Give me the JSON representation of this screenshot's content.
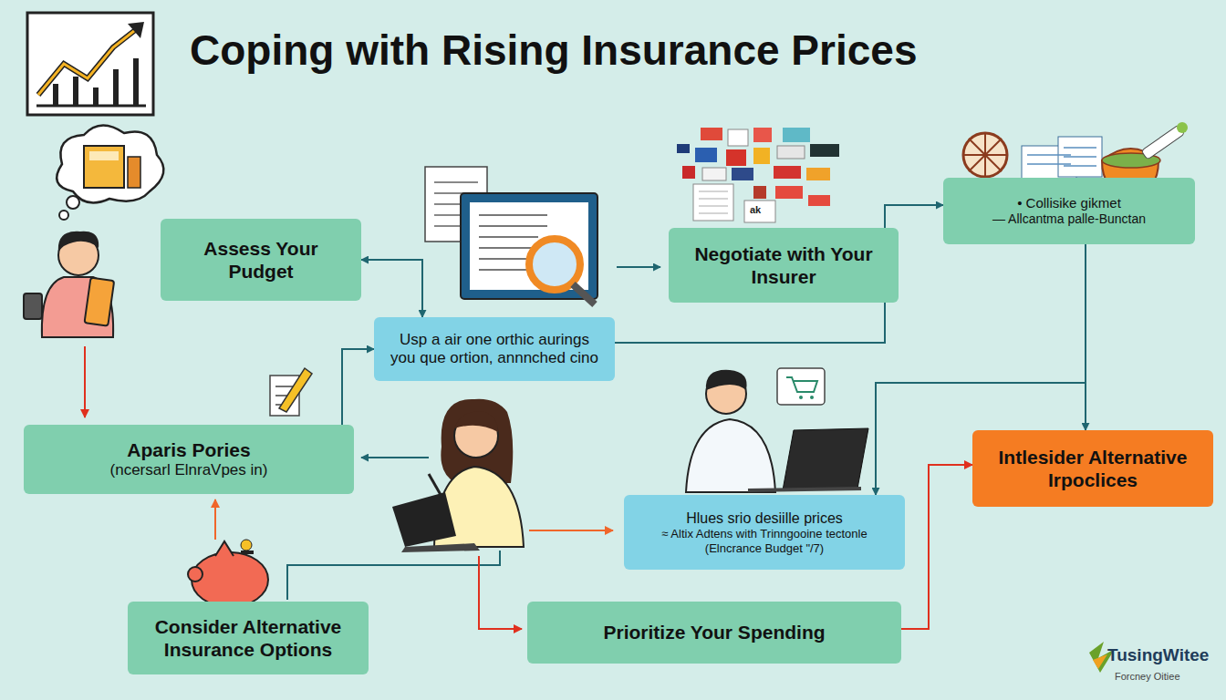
{
  "diagram": {
    "title": "Coping with Rising Insurance Prices",
    "nodes": [
      {
        "text": [
          "Assess Your Pudget"
        ]
      },
      {
        "text": [
          "Negotiate with Your Insurer"
        ]
      },
      {
        "text": [
          "• Collisike gikmet",
          "— Allcantma palle-Bunctan"
        ]
      },
      {
        "text": [
          "Usp a air one orthic aurings you que ortion, annnched cino"
        ]
      },
      {
        "text": [
          "Aparis Pories",
          "(ncersarl ElnraVpes in)"
        ]
      },
      {
        "text": [
          "Intlesider Alternative Irpoclices"
        ]
      },
      {
        "text": [
          "Hlues srio desiille prices",
          "≈ Altix Adtens with Trinngooine tectonle (Elncrance Budget \"/7)"
        ]
      },
      {
        "text": [
          "Consider Alternative Insurance Options"
        ]
      },
      {
        "text": [
          "Prioritize Your Spending"
        ]
      }
    ],
    "edges": [
      {
        "from": 3,
        "to": 0,
        "arrow": "both"
      },
      {
        "from": 3,
        "to": 2,
        "arrow": "to"
      },
      {
        "from": 2,
        "to": 5,
        "arrow": "to"
      },
      {
        "from": 2,
        "to": 6,
        "arrow": "to"
      },
      {
        "from": 4,
        "to": 3,
        "arrow": "to"
      },
      {
        "from": 8,
        "to": 5,
        "arrow": "to"
      }
    ],
    "labels": [
      "ak",
      "TusingWitee",
      "Forcney Oitiee"
    ]
  }
}
